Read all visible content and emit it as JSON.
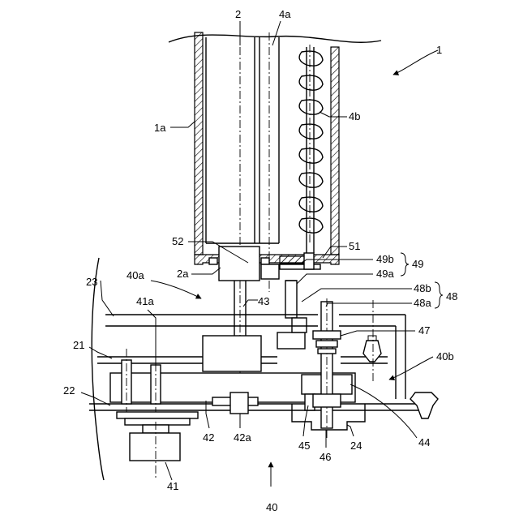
{
  "figure": {
    "labels": {
      "main": "1",
      "casing": "1a",
      "tube": "2",
      "tube_lower": "2a",
      "screw_shaft": "4a",
      "screw": "4b",
      "frame_top": "23",
      "frame_mid": "21",
      "frame_low": "22",
      "unit": "40",
      "unit_a": "40a",
      "unit_b": "40b",
      "motor": "41",
      "motor_shaft": "41a",
      "gearbox": "42",
      "gear_base": "42a",
      "shaft_43": "43",
      "base_24": "24",
      "part_44": "44",
      "part_45": "45",
      "part_46": "46",
      "part_47": "47",
      "group_48": "48",
      "part_48a": "48a",
      "part_48b": "48b",
      "group_49": "49",
      "part_49a": "49a",
      "part_49b": "49b",
      "part_51": "51",
      "part_52": "52"
    }
  }
}
